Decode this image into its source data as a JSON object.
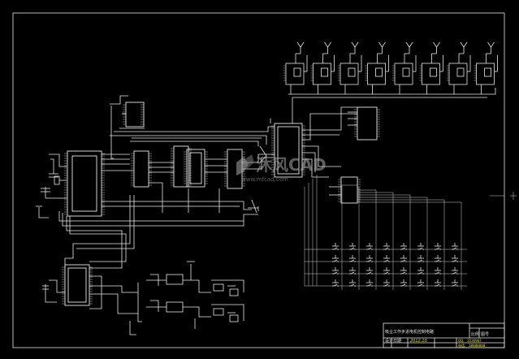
{
  "drawing": {
    "background": "#000000",
    "line_color": "#e8e8e8",
    "highlight_color": "#e0e040"
  },
  "title_block": {
    "title": "吸尘工作步进电机控制电路",
    "labels": [
      "比例",
      "图号",
      "设计",
      "日期"
    ],
    "date": "2012.10",
    "qq_label": "QQ:",
    "qq_value": "3536987",
    "tel_label": "电话:",
    "tel_value": "38888888"
  },
  "watermark": {
    "brand": "沐风CAD",
    "url": "www.mfcad.com",
    "icon": "mfcad-logo-icon"
  }
}
